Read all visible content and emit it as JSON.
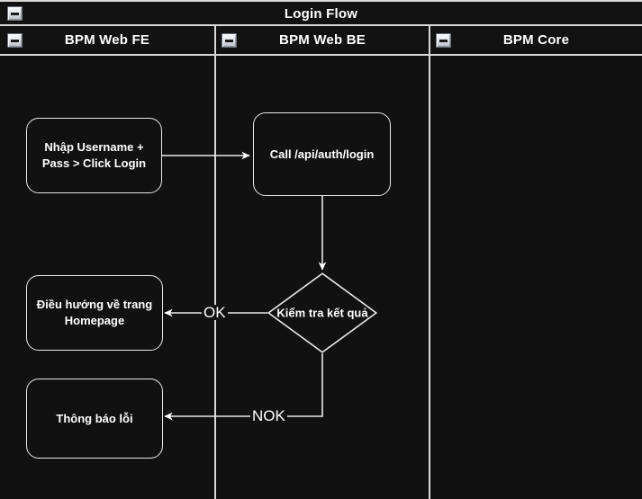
{
  "pool": {
    "title": "Login Flow",
    "collapse_icon": "minus-box-icon"
  },
  "lanes": [
    {
      "id": "fe",
      "label": "BPM Web FE",
      "collapse_icon": "minus-box-icon"
    },
    {
      "id": "be",
      "label": "BPM Web BE",
      "collapse_icon": "minus-box-icon"
    },
    {
      "id": "core",
      "label": "BPM Core",
      "collapse_icon": "minus-box-icon"
    }
  ],
  "nodes": {
    "login_input": {
      "type": "task",
      "lane": "BPM Web FE",
      "label": "Nhập Username +\nPass > Click Login"
    },
    "call_api": {
      "type": "task",
      "lane": "BPM Web BE",
      "label": "Call /api/auth/login"
    },
    "check_result": {
      "type": "gateway",
      "lane": "BPM Web BE",
      "label": "Kiểm tra kết quả"
    },
    "go_homepage": {
      "type": "task",
      "lane": "BPM Web FE",
      "label": "Điều hướng về trang\nHomepage"
    },
    "show_error": {
      "type": "task",
      "lane": "BPM Web FE",
      "label": "Thông báo lỗi"
    }
  },
  "flows": [
    {
      "from": "login_input",
      "to": "call_api",
      "label": ""
    },
    {
      "from": "call_api",
      "to": "check_result",
      "label": ""
    },
    {
      "from": "check_result",
      "to": "go_homepage",
      "label": "OK"
    },
    {
      "from": "check_result",
      "to": "show_error",
      "label": "NOK"
    }
  ],
  "colors": {
    "background": "#111111",
    "stroke": "#e9e9e9",
    "text": "#ffffff",
    "divider": "#d8d8d8"
  }
}
